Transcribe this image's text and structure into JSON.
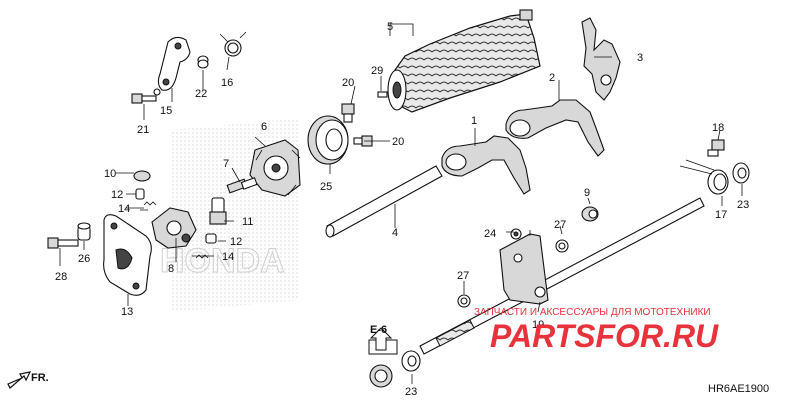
{
  "diagram_code": "HR6AE1900",
  "section_ref": "E-6",
  "direction_label": "FR.",
  "watermark": {
    "tagline": "ЗАПЧАСТИ И АКСЕССУАРЫ ДЛЯ МОТОТЕХНИКИ",
    "brand_left": "PARTS",
    "brand_right": "FOR.RU",
    "logo_text": "HONDA"
  },
  "colors": {
    "brand": "#e8323c",
    "ink": "#111111",
    "shade": "#9a9a9a"
  },
  "callouts": {
    "c1": "1",
    "c2": "2",
    "c3": "3",
    "c4": "4",
    "c5": "5",
    "c6": "6",
    "c7": "7",
    "c8": "8",
    "c9": "9",
    "c10": "10",
    "c11": "11",
    "c12a": "12",
    "c12b": "12",
    "c13": "13",
    "c14a": "14",
    "c14b": "14",
    "c15": "15",
    "c16": "16",
    "c17": "17",
    "c18": "18",
    "c19": "19",
    "c20a": "20",
    "c20b": "20",
    "c21": "21",
    "c22": "22",
    "c23a": "23",
    "c23b": "23",
    "c24": "24",
    "c25": "25",
    "c26": "26",
    "c27a": "27",
    "c27b": "27",
    "c28": "28",
    "c29": "29"
  }
}
